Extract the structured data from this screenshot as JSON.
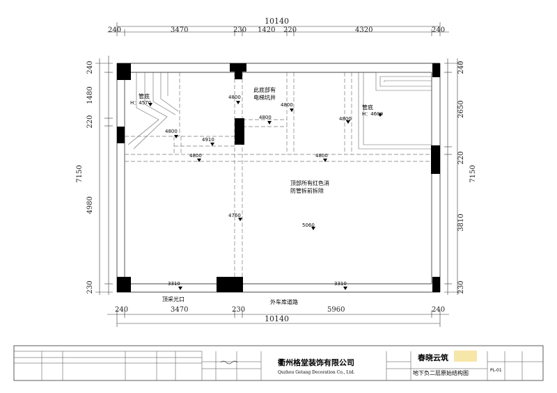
{
  "dimensions": {
    "top_total": "10140",
    "top_segments": [
      "240",
      "3470",
      "230",
      "1420",
      "220",
      "4320",
      "240"
    ],
    "bottom_segments": [
      "240",
      "3470",
      "230",
      "5960",
      "240"
    ],
    "bottom_total": "10140",
    "left_segments": [
      "240",
      "1480",
      "220",
      "4980",
      "230"
    ],
    "left_total": "7150",
    "right_segments": [
      "240",
      "2650",
      "220",
      "3810",
      "230"
    ],
    "right_total": "7150"
  },
  "notes": {
    "pipe_left": "管底",
    "pipe_left_h": "H：4570",
    "pipe_right": "管底",
    "pipe_right_h": "H：4600",
    "elevator_line1": "此底部有",
    "elevator_line2": "电梯坑井",
    "ceiling_line1": "顶部所有红色消",
    "ceiling_line2": "防管拆前拆除",
    "skylight": "顶采光口",
    "garage_road": "外车库道路"
  },
  "elevations": {
    "e4800_a": "4800",
    "e4800_b": "4800",
    "e4800_c": "4800",
    "e4800_d": "4800",
    "e4800_e": "4800",
    "e4800_f": "4800",
    "e4800_g": "4800",
    "e4910": "4910",
    "e4760": "4760",
    "e5060": "5060",
    "e3310_l": "3310",
    "e3310_r": "3310"
  },
  "title_block": {
    "company_cn": "衢州格堂装饰有限公司",
    "company_en": "Quzhou Getang Decoration Co., Ltd.",
    "project": "春晓云筑",
    "sheet_title": "地下负二层原始结构图",
    "sheet_no": "PL-01"
  }
}
